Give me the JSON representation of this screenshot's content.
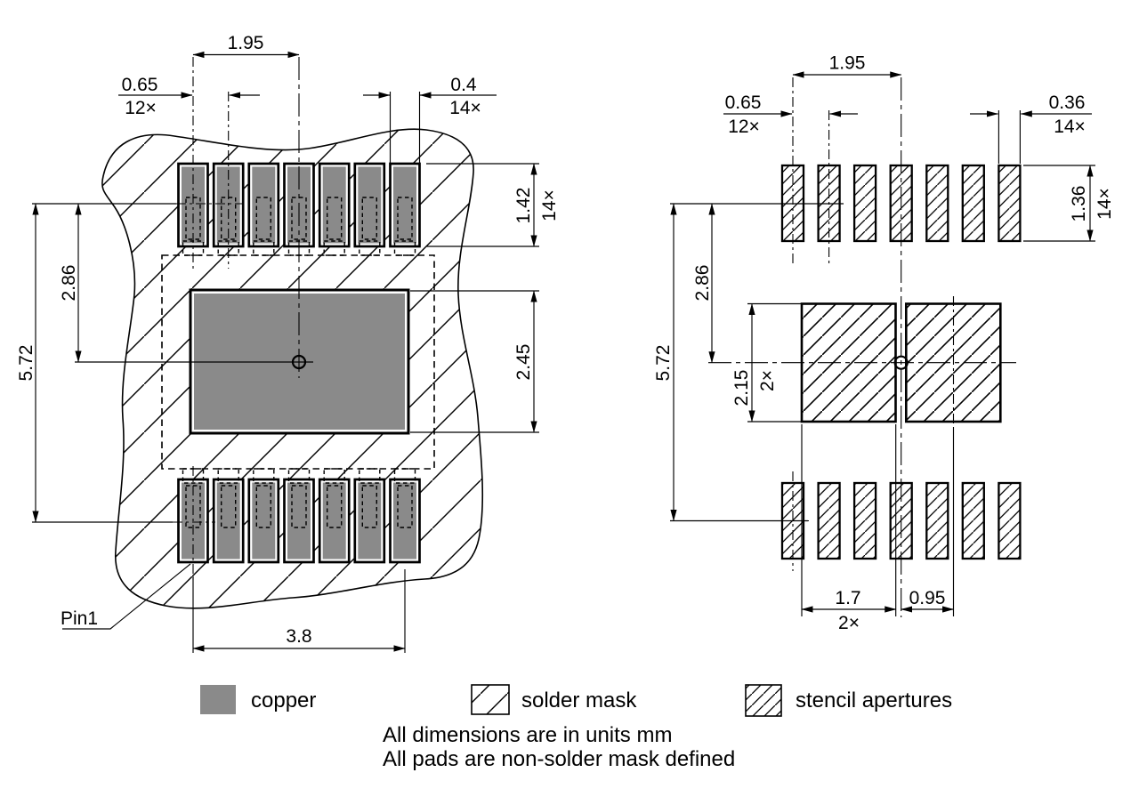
{
  "left_view": {
    "dim_pitch_offset": "1.95",
    "dim_pitch": "0.65",
    "dim_pitch_count": "12×",
    "dim_pad_width": "0.4",
    "dim_pad_width_count": "14×",
    "dim_pad_height": "1.42",
    "dim_pad_height_count": "14×",
    "dim_center_offset": "2.86",
    "dim_row_span": "5.72",
    "dim_thermal_height": "2.45",
    "dim_row_width": "3.8",
    "pin1_label": "Pin1"
  },
  "right_view": {
    "dim_pitch_offset": "1.95",
    "dim_pitch": "0.65",
    "dim_pitch_count": "12×",
    "dim_aperture_width": "0.36",
    "dim_aperture_width_count": "14×",
    "dim_aperture_height": "1.36",
    "dim_aperture_height_count": "14×",
    "dim_center_offset": "2.86",
    "dim_row_span": "5.72",
    "dim_thermal_height": "2.15",
    "dim_thermal_height_count": "2×",
    "dim_thermal_width": "1.7",
    "dim_thermal_width_count": "2×",
    "dim_thermal_offset": "0.95"
  },
  "legend": {
    "copper_label": "copper",
    "solder_mask_label": "solder mask",
    "stencil_label": "stencil apertures"
  },
  "notes": {
    "units": "All dimensions are in units mm",
    "mask_defined": "All pads are non-solder mask defined"
  },
  "colors": {
    "copper": "#8a8a8a",
    "line": "#000000"
  }
}
